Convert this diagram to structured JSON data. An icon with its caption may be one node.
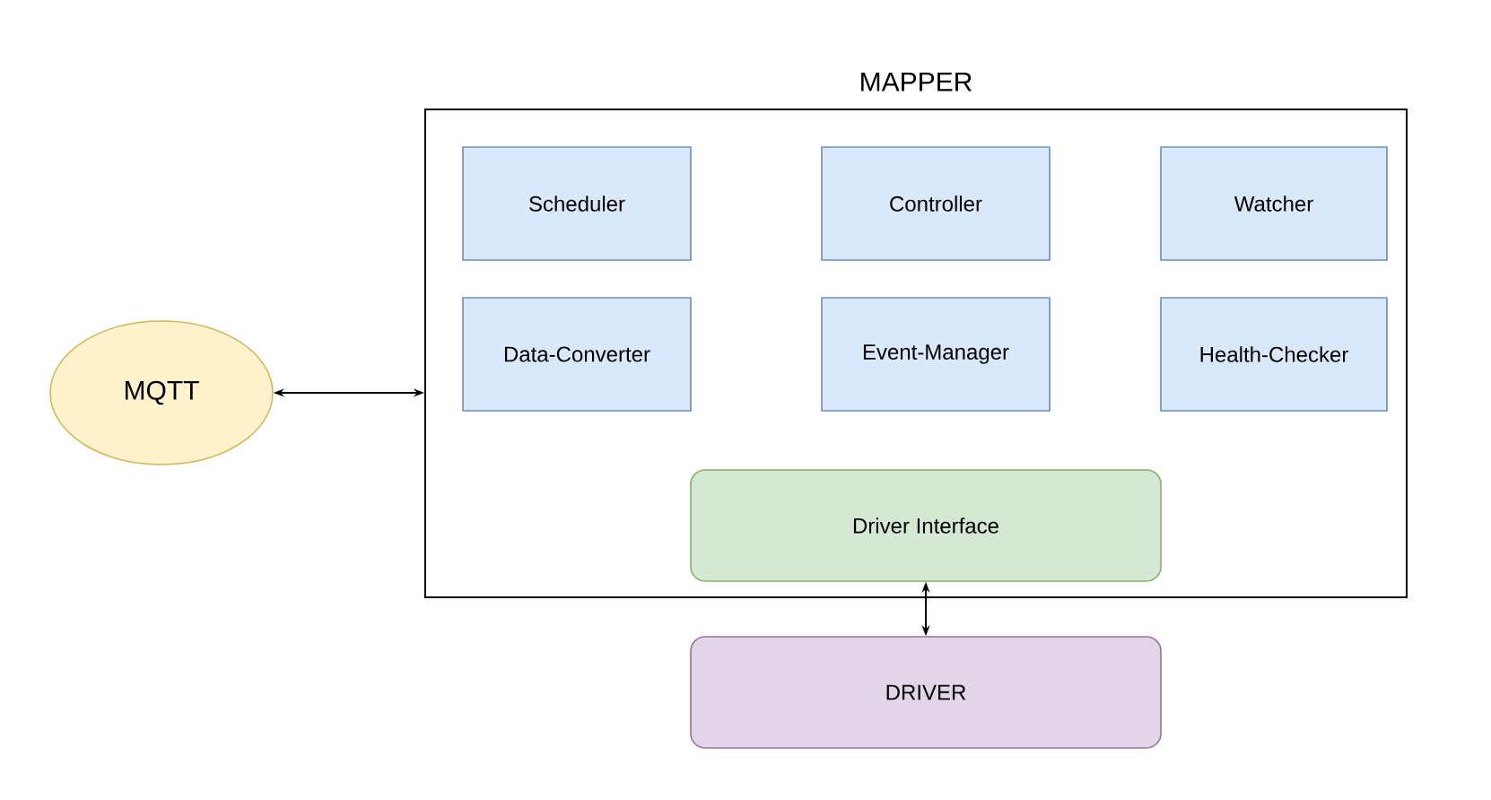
{
  "diagram": {
    "nodes": [
      {
        "text": [
          "MAPPER"
        ]
      },
      {
        "text": [
          "Scheduler"
        ],
        "in": 0
      },
      {
        "text": [
          "Controller"
        ],
        "in": 0
      },
      {
        "text": [
          "Watcher"
        ],
        "in": 0
      },
      {
        "text": [
          "Data-Converter"
        ],
        "in": 0
      },
      {
        "text": [
          "Event-Manager"
        ],
        "in": 0
      },
      {
        "text": [
          "Health-Checker"
        ],
        "in": 0
      },
      {
        "text": [
          "Driver Interface"
        ],
        "in": 0
      },
      {
        "text": [
          "DRIVER"
        ]
      },
      {
        "text": [
          "MQTT"
        ]
      }
    ],
    "edges": [
      {
        "from": 9,
        "to": 0,
        "arrow": "both"
      },
      {
        "from": 7,
        "to": 8,
        "arrow": "both"
      }
    ]
  }
}
